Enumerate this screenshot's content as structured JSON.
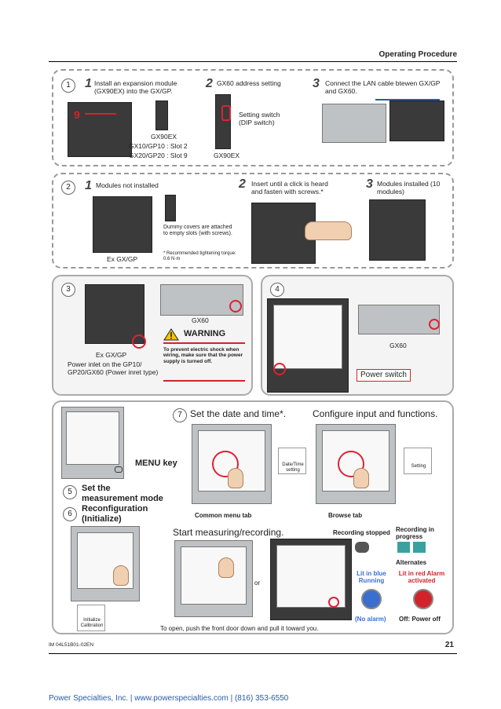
{
  "header": {
    "title": "Operating Procedure"
  },
  "section1": {
    "num": "1",
    "step1": {
      "num": "1",
      "text": "Install an expansion module (GX90EX) into the GX/GP."
    },
    "slot_marker": "9",
    "module_label": "GX90EX",
    "slot_line1": "GX10/GP10 : Slot 2",
    "slot_line2": "GX20/GP20 : Slot 9",
    "step2": {
      "num": "2",
      "text": "GX60 address setting"
    },
    "setting_switch": "Setting switch (DIP switch)",
    "module_label2": "GX90EX",
    "step3": {
      "num": "3",
      "text": "Connect the LAN cable btewen GX/GP and GX60."
    }
  },
  "section2": {
    "num": "2",
    "step1": {
      "num": "1",
      "text": "Modules not installed"
    },
    "dummy_note": "Dummy covers are attached to empty slots (with screws).",
    "torque_note": "* Recommended tightening torque: 0.6 N·m",
    "ex_label": "Ex GX/GP",
    "step2": {
      "num": "2",
      "text": "Insert until a click is heard and fasten with screws.*"
    },
    "step3": {
      "num": "3",
      "text": "Modules installed (10 modules)"
    }
  },
  "section3": {
    "num": "3",
    "gx60_label": "GX60",
    "ex_label": "Ex GX/GP",
    "power_inlet": "Power inlet on the GP10/ GP20/GX60 (Power inret type)",
    "warning_title": "WARNING",
    "warning_text": "To prevent electric shock when wiring, make sure that the power supply is turned off."
  },
  "section4": {
    "num": "4",
    "gx60_label": "GX60",
    "power_switch": "Power switch"
  },
  "section5": {
    "menu_key": "MENU key",
    "step5_num": "5",
    "step5_text": "Set the measurement mode",
    "step6_num": "6",
    "step6_text": "Reconfiguration (Initialize)",
    "step7_num": "7",
    "step7_text": "Set the date and time*.",
    "configure_text": "Configure input and functions.",
    "common_menu_tab": "Common menu tab",
    "browse_tab": "Browse tab",
    "datetime_icon_label": "Date/Time setting",
    "setting_icon_label": "Setting",
    "start_text": "Start measuring/recording.",
    "or_text": "or",
    "recording_stopped": "Recording stopped",
    "recording_progress": "Recording in progress",
    "alternates": "Alternates",
    "lit_blue": "Lit in blue Running",
    "lit_red": "Lit in red Alarm activated",
    "no_alarm": "(No alarm)",
    "off_power": "Off: Power off",
    "initialize_label": "Initialize Calibration",
    "open_door": "To open, push the front door down and pull it toward you."
  },
  "footer": {
    "doc_id": "IM 04L51B01-02EN",
    "page": "21",
    "company": "Power Specialties, Inc. | www.powerspecialties.com | (816) 353-6550"
  },
  "colors": {
    "accent_red": "#d2232a",
    "link_blue": "#2a5ba8",
    "led_blue": "#3a6fd0"
  }
}
